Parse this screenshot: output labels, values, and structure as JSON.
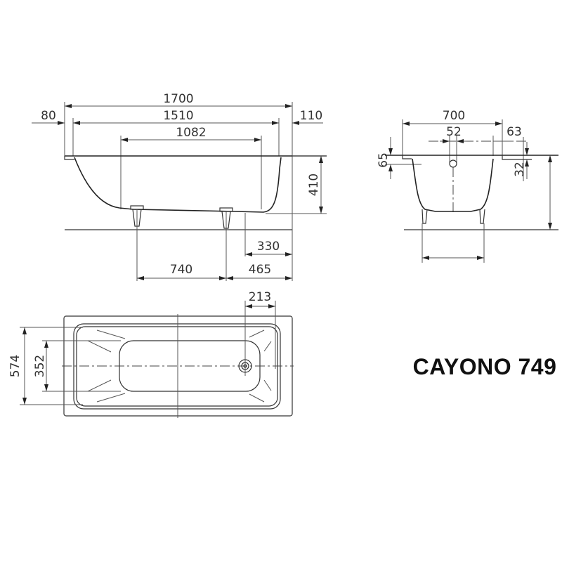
{
  "product": {
    "name": "CAYONO 749"
  },
  "side_view": {
    "dimensions": {
      "overall_length": "1700",
      "inner_length": "1510",
      "bottom_length": "1082",
      "left_rim": "80",
      "right_rim": "110",
      "height": "410",
      "drain_to_end": "330",
      "leg_spacing": "740",
      "leg_to_end": "465"
    }
  },
  "end_view": {
    "dimensions": {
      "overall_width": "700",
      "drain_offset": "52",
      "rim_right": "63",
      "rim_height_left": "65",
      "rim_height_right": "32"
    }
  },
  "plan_view": {
    "dimensions": {
      "inner_width": "574",
      "bottom_width": "352",
      "drain_from_end": "213"
    }
  },
  "colors": {
    "line": "#333333",
    "background": "#ffffff",
    "title": "#111111"
  }
}
